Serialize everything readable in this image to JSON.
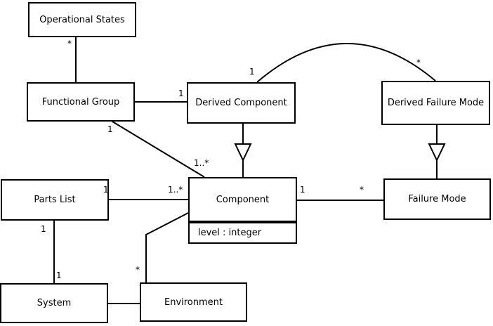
{
  "diagram": {
    "kind": "uml-class-diagram",
    "colors": {
      "background": "#ffffff",
      "line": "#000000",
      "text": "#000000",
      "box_fill": "#ffffff"
    }
  },
  "classes": {
    "operational_states": {
      "name": "Operational States"
    },
    "functional_group": {
      "name": "Functional Group"
    },
    "derived_component": {
      "name": "Derived Component"
    },
    "derived_failure_mode": {
      "name": "Derived Failure Mode"
    },
    "parts_list": {
      "name": "Parts List"
    },
    "component": {
      "name": "Component",
      "attributes": [
        "level : integer"
      ]
    },
    "failure_mode": {
      "name": "Failure Mode"
    },
    "system": {
      "name": "System"
    },
    "environment": {
      "name": "Environment"
    }
  },
  "multiplicities": {
    "operational_states_end": "*",
    "derived_component_left": "1",
    "functional_group_bottom": "1",
    "component_topleft": "1..*",
    "derived_component_arc": "1",
    "derived_failure_mode_arc": "*",
    "component_right": "1",
    "failure_mode_left": "*",
    "parts_list_right": "1",
    "component_left": "1..*",
    "parts_list_bottom": "1",
    "system_top": "1",
    "environment_top": "*"
  },
  "associations": [
    {
      "from": "operational_states",
      "to": "functional_group",
      "type": "association",
      "from_mult": "*"
    },
    {
      "from": "functional_group",
      "to": "derived_component",
      "type": "association",
      "to_mult": "1"
    },
    {
      "from": "functional_group",
      "to": "component",
      "type": "association",
      "from_mult": "1",
      "to_mult": "1..*"
    },
    {
      "from": "derived_component",
      "to": "derived_failure_mode",
      "type": "association-arc",
      "from_mult": "1",
      "to_mult": "*"
    },
    {
      "from": "derived_component",
      "to": "component",
      "type": "generalization"
    },
    {
      "from": "derived_failure_mode",
      "to": "failure_mode",
      "type": "generalization"
    },
    {
      "from": "component",
      "to": "failure_mode",
      "type": "association",
      "from_mult": "1",
      "to_mult": "*"
    },
    {
      "from": "parts_list",
      "to": "component",
      "type": "association",
      "from_mult": "1",
      "to_mult": "1..*"
    },
    {
      "from": "parts_list",
      "to": "system",
      "type": "association",
      "from_mult": "1",
      "to_mult": "1"
    },
    {
      "from": "system",
      "to": "environment",
      "type": "association"
    },
    {
      "from": "component",
      "to": "environment",
      "type": "association",
      "to_mult": "*"
    }
  ]
}
